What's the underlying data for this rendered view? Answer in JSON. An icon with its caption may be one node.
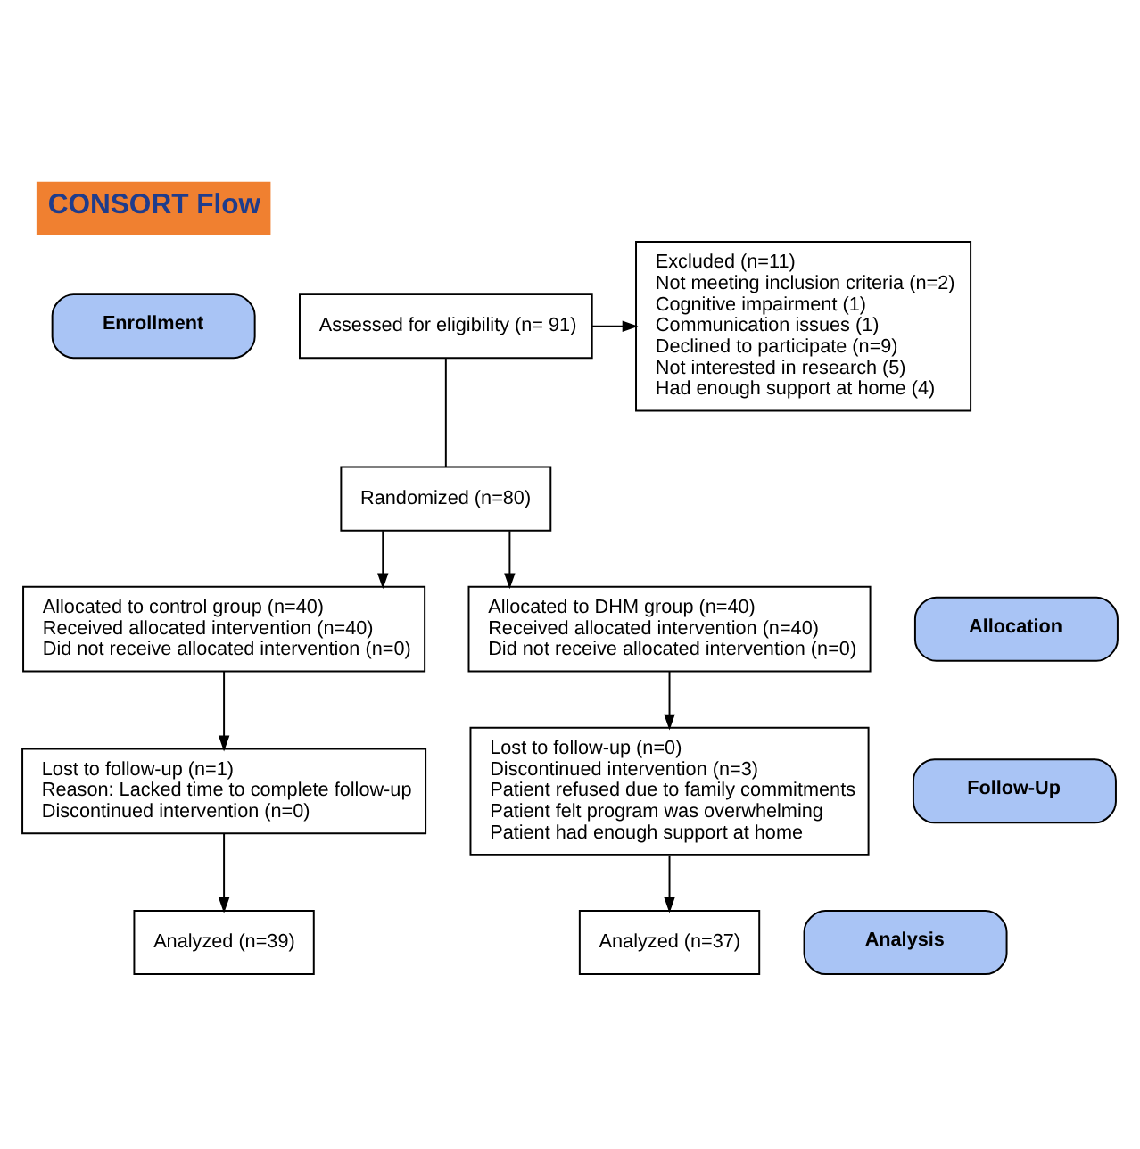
{
  "diagram": {
    "title": "CONSORT Flow",
    "nodes": [
      {
        "text": [
          "Enrollment"
        ]
      },
      {
        "text": [
          "Assessed for eligibility (n= 91)"
        ]
      },
      {
        "text": [
          "Excluded (n=11)",
          "Not meeting inclusion criteria (n=2)",
          "Cognitive impairment (1)",
          "Communication issues (1)",
          "Declined to participate (n=9)",
          "Not interested in research (5)",
          "Had enough support at home (4)"
        ]
      },
      {
        "text": [
          "Randomized (n=80)"
        ]
      },
      {
        "text": [
          "Allocation"
        ]
      },
      {
        "text": [
          "Allocated to control group (n=40)",
          "Received allocated intervention (n=40)",
          "Did not receive allocated intervention (n=0)"
        ]
      },
      {
        "text": [
          "Allocated to DHM group (n=40)",
          "Received allocated intervention (n=40)",
          "Did not receive allocated intervention (n=0)"
        ]
      },
      {
        "text": [
          "Follow-Up"
        ]
      },
      {
        "text": [
          "Lost to follow-up (n=1)",
          "Reason: Lacked time to complete follow-up",
          "Discontinued intervention (n=0)"
        ]
      },
      {
        "text": [
          "Lost to follow-up (n=0)",
          "Discontinued intervention (n=3)",
          "Patient refused due to family commitments",
          "Patient felt program was overwhelming",
          "Patient had enough support at home"
        ]
      },
      {
        "text": [
          "Analysis"
        ]
      },
      {
        "text": [
          "Analyzed (n=39)"
        ]
      },
      {
        "text": [
          "Analyzed (n=37)"
        ]
      }
    ],
    "edges": [
      {
        "from": 1,
        "to": 3,
        "arrow": "none"
      },
      {
        "from": 1,
        "to": 2,
        "arrow": "to"
      },
      {
        "from": 3,
        "to": 5,
        "arrow": "to"
      },
      {
        "from": 3,
        "to": 6,
        "arrow": "to"
      },
      {
        "from": 5,
        "to": 8,
        "arrow": "to"
      },
      {
        "from": 6,
        "to": 9,
        "arrow": "to"
      },
      {
        "from": 8,
        "to": 11,
        "arrow": "to"
      },
      {
        "from": 9,
        "to": 12,
        "arrow": "to"
      }
    ]
  }
}
